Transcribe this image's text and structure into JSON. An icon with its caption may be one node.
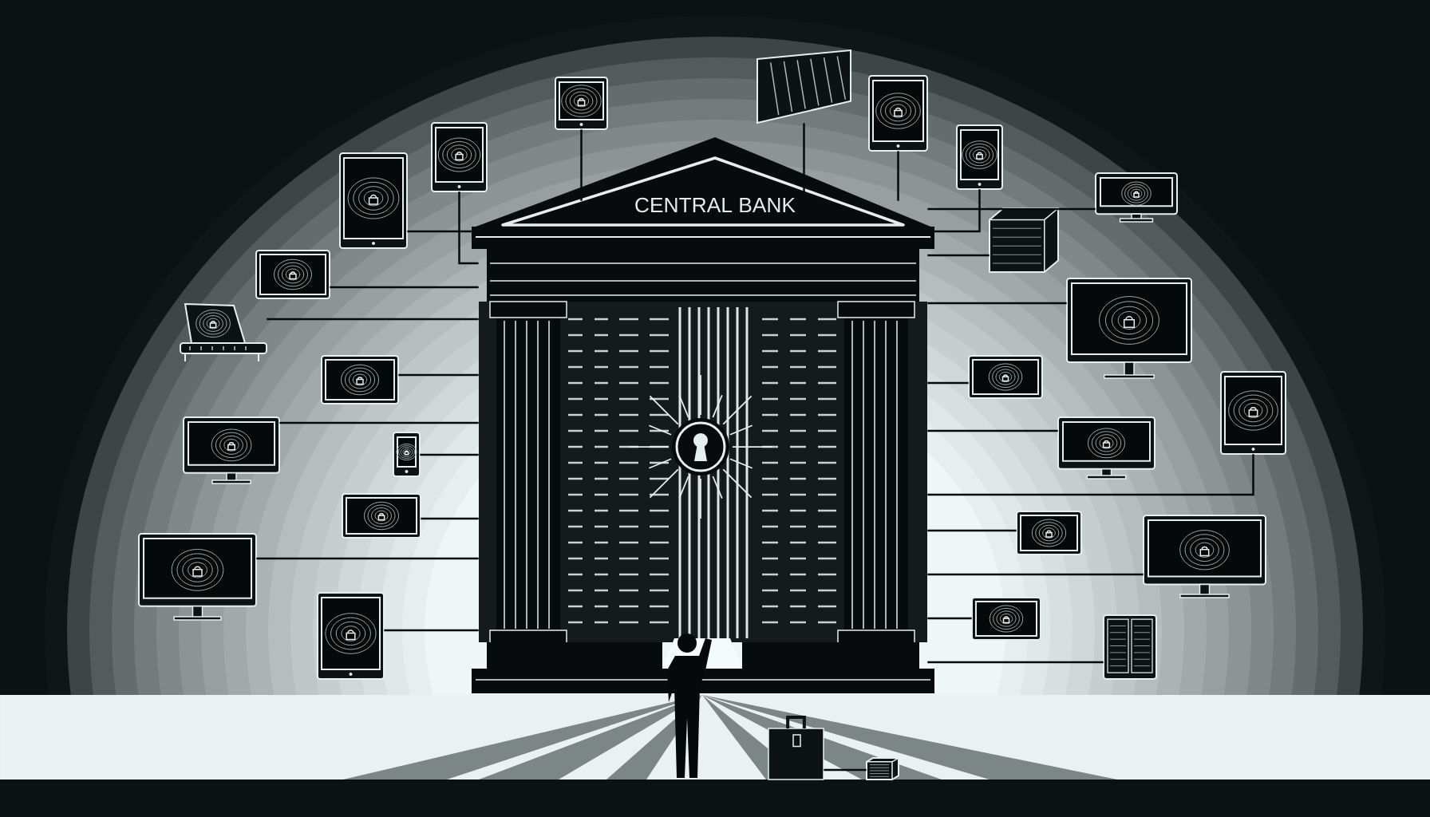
{
  "diagram": {
    "nodes": [
      {
        "text": [
          "CENTRAL BANK"
        ]
      },
      {
        "text": [],
        "shape": "tablet"
      },
      {
        "text": [],
        "shape": "tablet"
      },
      {
        "text": [],
        "shape": "tablet"
      },
      {
        "text": [],
        "shape": "sign"
      },
      {
        "text": [],
        "shape": "tablet"
      },
      {
        "text": [],
        "shape": "tablet"
      },
      {
        "text": [],
        "shape": "monitor"
      },
      {
        "text": [],
        "shape": "box"
      },
      {
        "text": [],
        "shape": "monitor"
      },
      {
        "text": [],
        "shape": "tablet"
      },
      {
        "text": [],
        "shape": "screen"
      },
      {
        "text": [],
        "shape": "monitor"
      },
      {
        "text": [],
        "shape": "monitor"
      },
      {
        "text": [],
        "shape": "screen"
      },
      {
        "text": [],
        "shape": "screen"
      },
      {
        "text": [],
        "shape": "cabinet"
      },
      {
        "text": [],
        "shape": "screen"
      },
      {
        "text": [],
        "shape": "laptop"
      },
      {
        "text": [],
        "shape": "screen"
      },
      {
        "text": [],
        "shape": "monitor"
      },
      {
        "text": [],
        "shape": "phone"
      },
      {
        "text": [],
        "shape": "screen"
      },
      {
        "text": [],
        "shape": "monitor"
      },
      {
        "text": [],
        "shape": "tablet"
      },
      {
        "text": [],
        "shape": "briefcase"
      },
      {
        "text": [],
        "shape": "box"
      }
    ],
    "edges": [
      {
        "from": 1,
        "to": 0,
        "arrow": "none"
      },
      {
        "from": 2,
        "to": 0,
        "arrow": "none"
      },
      {
        "from": 3,
        "to": 0,
        "arrow": "none"
      },
      {
        "from": 4,
        "to": 0,
        "arrow": "none"
      },
      {
        "from": 5,
        "to": 0,
        "arrow": "none"
      },
      {
        "from": 6,
        "to": 0,
        "arrow": "none"
      },
      {
        "from": 7,
        "to": 0,
        "arrow": "none"
      },
      {
        "from": 8,
        "to": 0,
        "arrow": "none"
      },
      {
        "from": 9,
        "to": 0,
        "arrow": "none"
      },
      {
        "from": 10,
        "to": 0,
        "arrow": "none"
      },
      {
        "from": 11,
        "to": 0,
        "arrow": "none"
      },
      {
        "from": 12,
        "to": 0,
        "arrow": "none"
      },
      {
        "from": 13,
        "to": 0,
        "arrow": "none"
      },
      {
        "from": 14,
        "to": 0,
        "arrow": "none"
      },
      {
        "from": 15,
        "to": 0,
        "arrow": "none"
      },
      {
        "from": 16,
        "to": 0,
        "arrow": "none"
      },
      {
        "from": 17,
        "to": 0,
        "arrow": "none"
      },
      {
        "from": 18,
        "to": 0,
        "arrow": "none"
      },
      {
        "from": 19,
        "to": 0,
        "arrow": "none"
      },
      {
        "from": 20,
        "to": 0,
        "arrow": "none"
      },
      {
        "from": 21,
        "to": 0,
        "arrow": "none"
      },
      {
        "from": 22,
        "to": 0,
        "arrow": "none"
      },
      {
        "from": 23,
        "to": 0,
        "arrow": "none"
      },
      {
        "from": 24,
        "to": 0,
        "arrow": "none"
      },
      {
        "from": 25,
        "to": 26,
        "arrow": "none"
      }
    ]
  }
}
